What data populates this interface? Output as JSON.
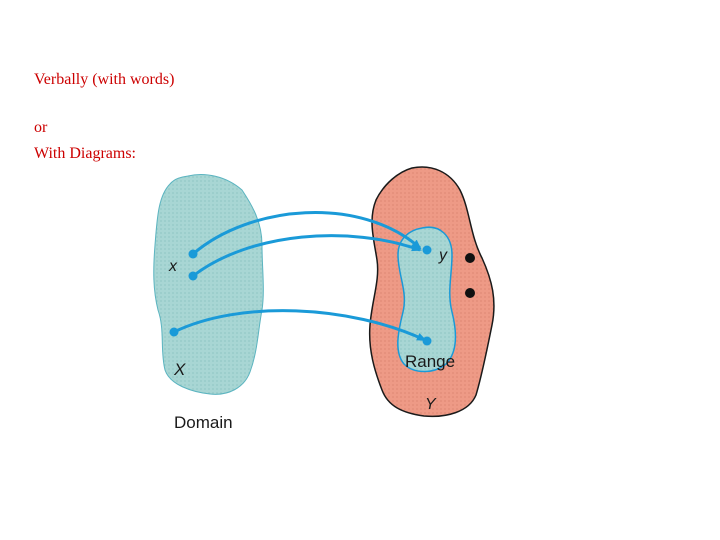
{
  "text": {
    "line1": "Verbally (with words)",
    "line2": "or",
    "line3": "With Diagrams:"
  },
  "diagram": {
    "labels": {
      "x_point": "x",
      "domain_set": "X",
      "domain": "Domain",
      "y_point": "y",
      "range": "Range",
      "codomain_set": "Y"
    }
  },
  "colors": {
    "text": "#cc0000",
    "domain_fill": "#a8d6d4",
    "codomain_fill": "#ee9a86",
    "range_fill": "#a8d6d4",
    "arrow": "#1a9ad8",
    "outline": "#1a1a1a"
  }
}
